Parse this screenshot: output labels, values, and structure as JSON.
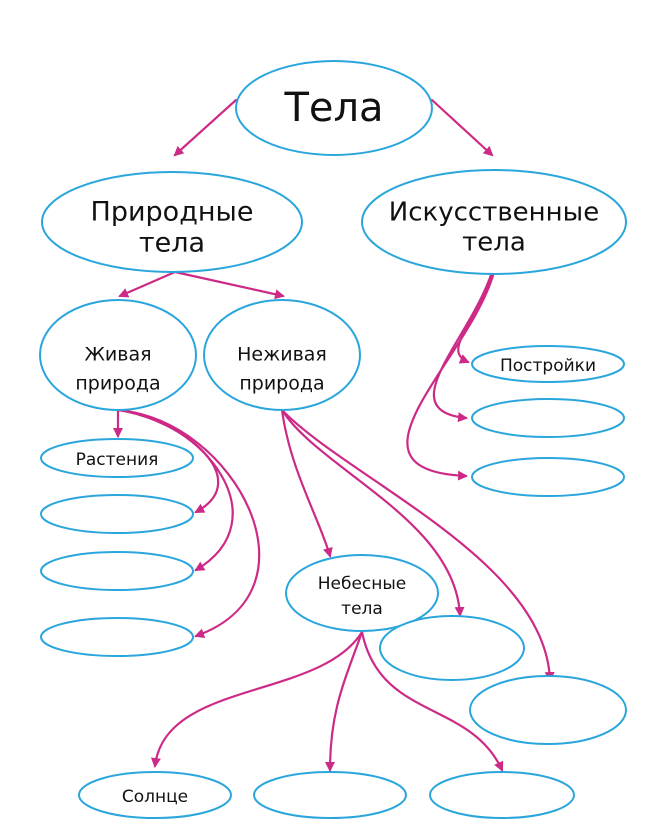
{
  "colors": {
    "node_stroke": "#2aa6dc",
    "arrow": "#cc2a86",
    "text": "#111111"
  },
  "nodes": {
    "bodies": "Тела",
    "natural_line1": "Природные",
    "natural_line2": "тела",
    "artificial_line1": "Искусственные",
    "artificial_line2": "тела",
    "living_line1": "Живая",
    "living_line2": "природа",
    "nonliving_line1": "Неживая",
    "nonliving_line2": "природа",
    "plants": "Растения",
    "buildings": "Постройки",
    "celestial_line1": "Небесные",
    "celestial_line2": "тела",
    "sun": "Солнце"
  }
}
